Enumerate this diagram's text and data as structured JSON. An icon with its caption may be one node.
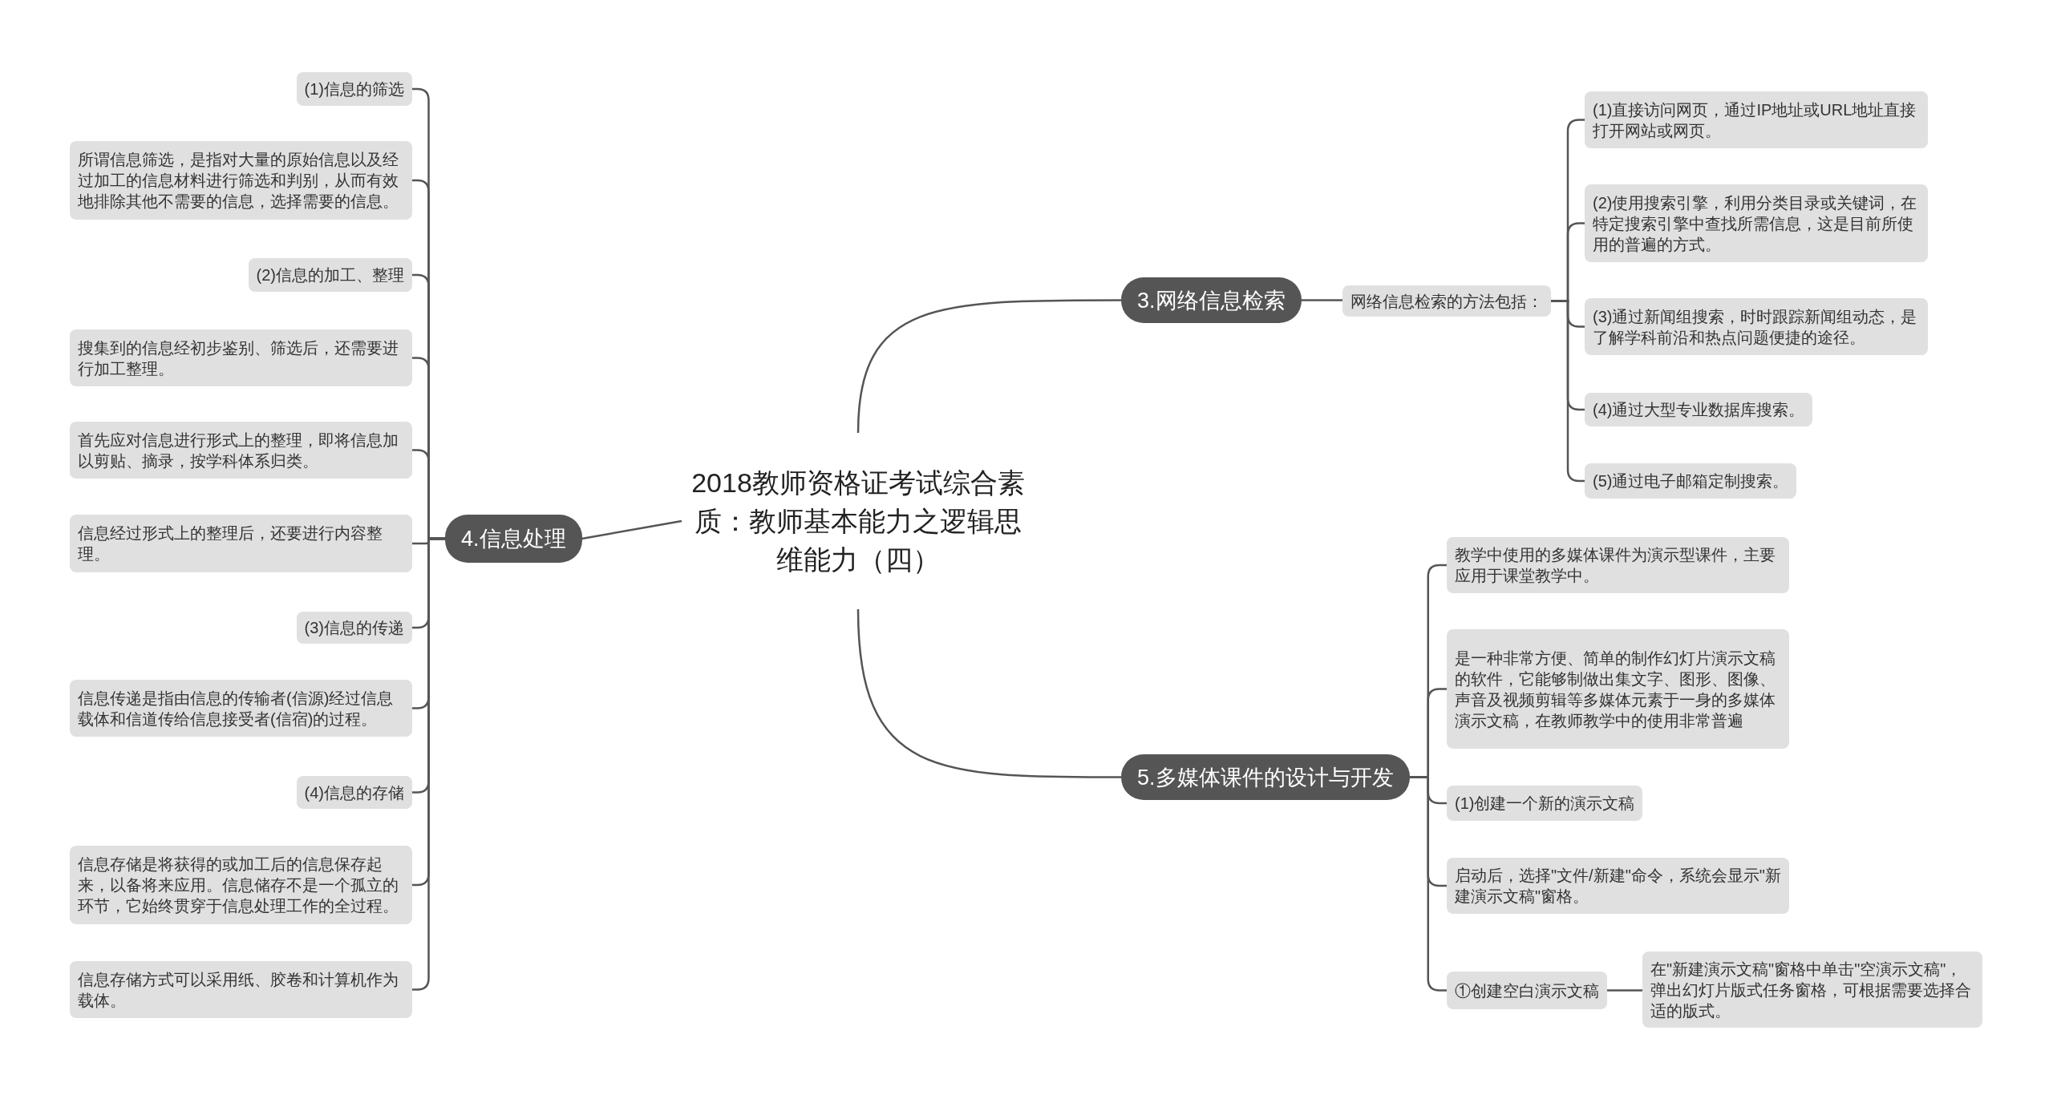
{
  "diagram": {
    "nodes": [
      {
        "text": [
          "2018教师资格证考试综合素质：教师基本能力之逻辑思维能力（四）"
        ]
      },
      {
        "text": [
          "3.网络信息检索"
        ]
      },
      {
        "text": [
          "网络信息检索的方法包括："
        ]
      },
      {
        "text": [
          "(1)直接访问网页，通过IP地址或URL地址直接打开网站或网页。"
        ]
      },
      {
        "text": [
          "(2)使用搜索引擎，利用分类目录或关键词，在特定搜索引擎中查找所需信息，这是目前所使用的普遍的方式。"
        ]
      },
      {
        "text": [
          "(3)通过新闻组搜索，时时跟踪新闻组动态，是了解学科前沿和热点问题便捷的途径。"
        ]
      },
      {
        "text": [
          "(4)通过大型专业数据库搜索。"
        ]
      },
      {
        "text": [
          "(5)通过电子邮箱定制搜索。"
        ]
      },
      {
        "text": [
          "4.信息处理"
        ]
      },
      {
        "text": [
          "(1)信息的筛选"
        ]
      },
      {
        "text": [
          "所谓信息筛选，是指对大量的原始信息以及经过加工的信息材料进行筛选和判别，从而有效地排除其他不需要的信息，选择需要的信息。"
        ]
      },
      {
        "text": [
          "(2)信息的加工、整理"
        ]
      },
      {
        "text": [
          "搜集到的信息经初步鉴别、筛选后，还需要进行加工整理。"
        ]
      },
      {
        "text": [
          "首先应对信息进行形式上的整理，即将信息加以剪贴、摘录，按学科体系归类。"
        ]
      },
      {
        "text": [
          "信息经过形式上的整理后，还要进行内容整理。"
        ]
      },
      {
        "text": [
          "(3)信息的传递"
        ]
      },
      {
        "text": [
          "信息传递是指由信息的传输者(信源)经过信息载体和信道传给信息接受者(信宿)的过程。"
        ]
      },
      {
        "text": [
          "(4)信息的存储"
        ]
      },
      {
        "text": [
          "信息存储是将获得的或加工后的信息保存起来，以备将来应用。信息储存不是一个孤立的环节，它始终贯穿于信息处理工作的全过程。"
        ]
      },
      {
        "text": [
          "信息存储方式可以采用纸、胶卷和计算机作为载体。"
        ]
      },
      {
        "text": [
          "5.多媒体课件的设计与开发"
        ]
      },
      {
        "text": [
          "教学中使用的多媒体课件为演示型课件，主要应用于课堂教学中。"
        ]
      },
      {
        "text": [
          "是一种非常方便、简单的制作幻灯片演示文稿的软件，它能够制做出集文字、图形、图像、声音及视频剪辑等多媒体元素于一身的多媒体演示文稿，在教师教学中的使用非常普遍"
        ]
      },
      {
        "text": [
          "(1)创建一个新的演示文稿"
        ]
      },
      {
        "text": [
          "启动后，选择\"文件/新建\"命令，系统会显示\"新建演示文稿\"窗格。"
        ]
      },
      {
        "text": [
          "①创建空白演示文稿"
        ]
      },
      {
        "text": [
          "在\"新建演示文稿\"窗格中单击\"空演示文稿\"，弹出幻灯片版式任务窗格，可根据需要选择合适的版式。"
        ]
      }
    ],
    "edges": [
      {
        "from": 0,
        "to": 1,
        "arrow": "none"
      },
      {
        "from": 1,
        "to": 2,
        "arrow": "none"
      },
      {
        "from": 2,
        "to": 3,
        "arrow": "none"
      },
      {
        "from": 2,
        "to": 4,
        "arrow": "none"
      },
      {
        "from": 2,
        "to": 5,
        "arrow": "none"
      },
      {
        "from": 2,
        "to": 6,
        "arrow": "none"
      },
      {
        "from": 2,
        "to": 7,
        "arrow": "none"
      },
      {
        "from": 0,
        "to": 8,
        "arrow": "none"
      },
      {
        "from": 8,
        "to": 9,
        "arrow": "none"
      },
      {
        "from": 8,
        "to": 10,
        "arrow": "none"
      },
      {
        "from": 8,
        "to": 11,
        "arrow": "none"
      },
      {
        "from": 8,
        "to": 12,
        "arrow": "none"
      },
      {
        "from": 8,
        "to": 13,
        "arrow": "none"
      },
      {
        "from": 8,
        "to": 14,
        "arrow": "none"
      },
      {
        "from": 8,
        "to": 15,
        "arrow": "none"
      },
      {
        "from": 8,
        "to": 16,
        "arrow": "none"
      },
      {
        "from": 8,
        "to": 17,
        "arrow": "none"
      },
      {
        "from": 8,
        "to": 18,
        "arrow": "none"
      },
      {
        "from": 8,
        "to": 19,
        "arrow": "none"
      },
      {
        "from": 0,
        "to": 20,
        "arrow": "none"
      },
      {
        "from": 20,
        "to": 21,
        "arrow": "none"
      },
      {
        "from": 20,
        "to": 22,
        "arrow": "none"
      },
      {
        "from": 20,
        "to": 23,
        "arrow": "none"
      },
      {
        "from": 20,
        "to": 24,
        "arrow": "none"
      },
      {
        "from": 20,
        "to": 25,
        "arrow": "none"
      },
      {
        "from": 25,
        "to": 26,
        "arrow": "none"
      }
    ]
  }
}
